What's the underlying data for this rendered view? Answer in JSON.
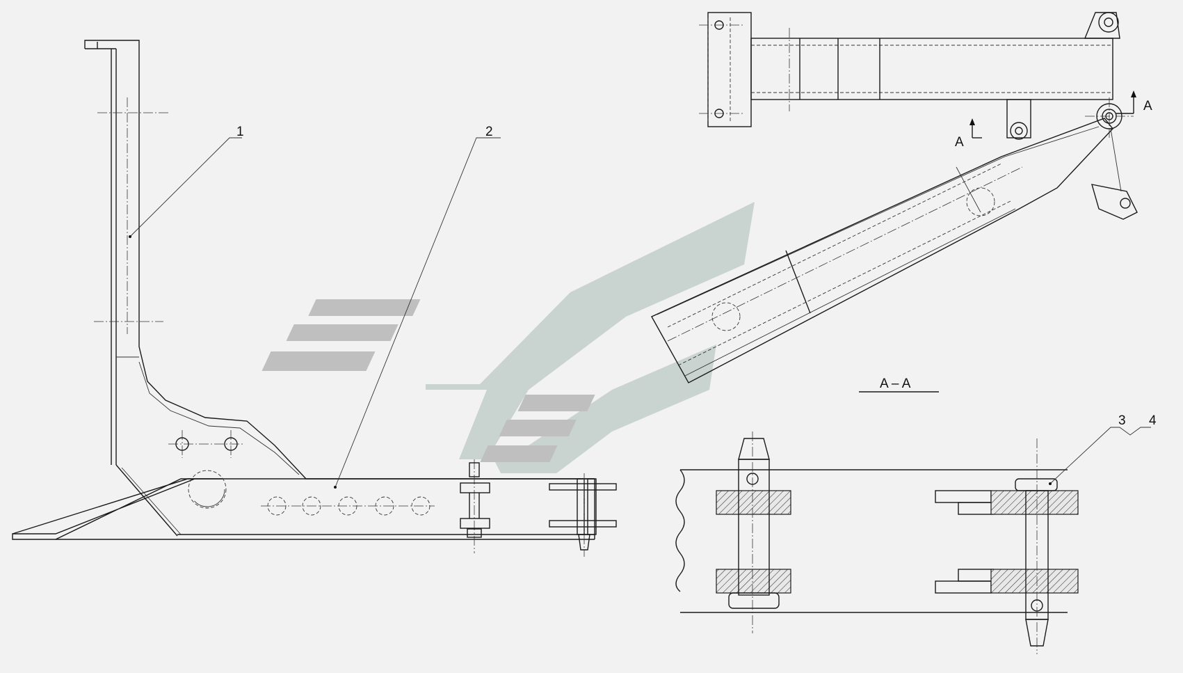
{
  "labels": {
    "item1": "1",
    "item2": "2",
    "item3": "3",
    "item4": "4",
    "section_mark_a_right": "A",
    "section_mark_a_left": "A",
    "section_title": "A – A"
  },
  "colors": {
    "background": "#f2f2f2",
    "line": "#1a1a1a",
    "watermark_gray": "#b9b9b9",
    "watermark_green": "#c5d0cc"
  },
  "watermark": {
    "type": "logo",
    "name": "chevron-stripes-logo"
  }
}
